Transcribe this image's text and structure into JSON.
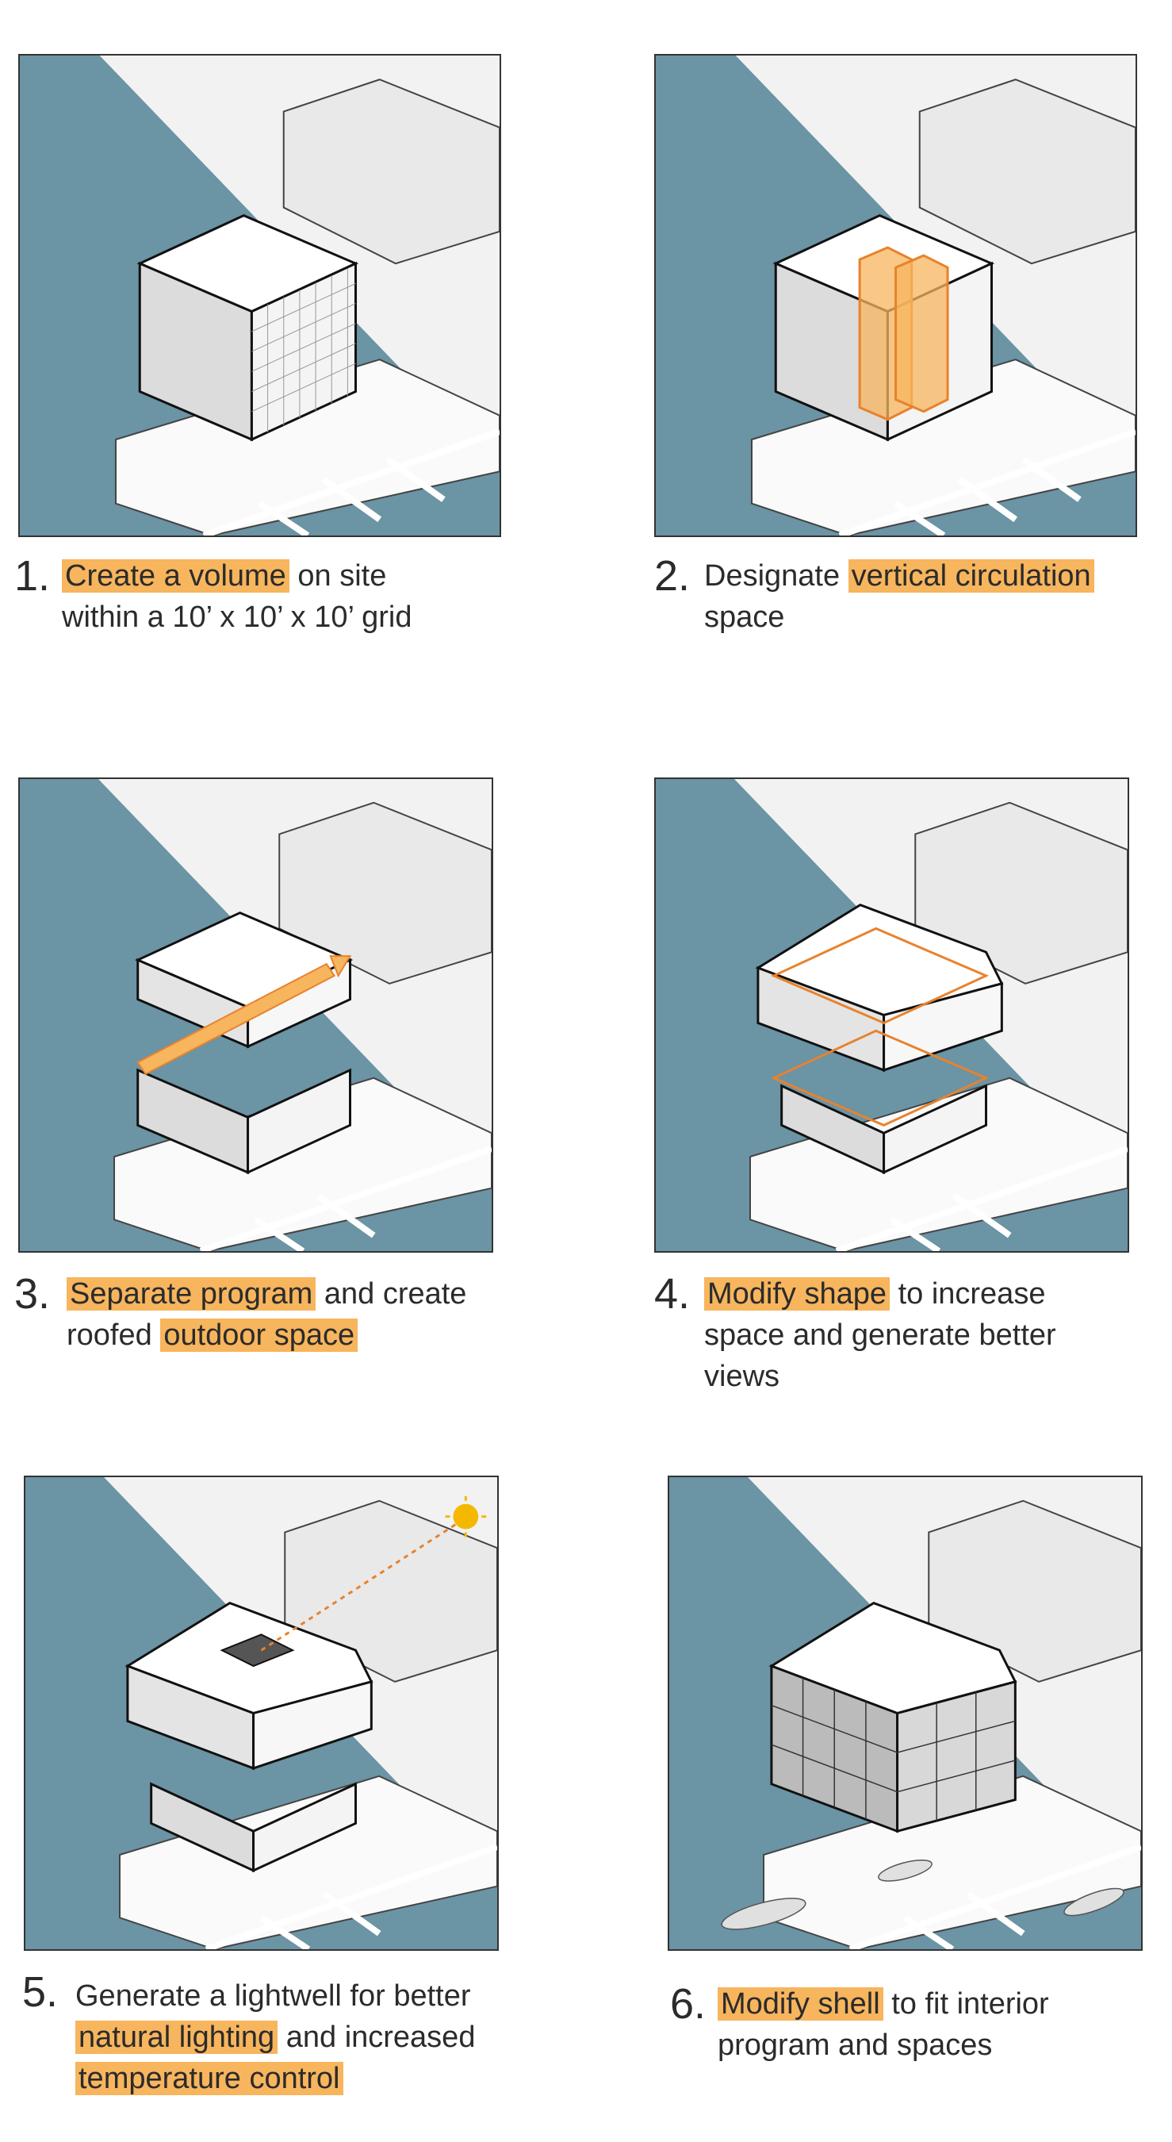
{
  "colors": {
    "water": "#6b94a5",
    "highlight": "#f7b55d",
    "accent": "#e8822d",
    "text": "#2b2b2b"
  },
  "steps": [
    {
      "number": "1.",
      "parts": [
        {
          "text": "Create a volume",
          "highlight": true
        },
        {
          "text": " on site",
          "highlight": false
        },
        {
          "text": "within a 10’ x 10’ x 10’ grid",
          "highlight": false,
          "newline": true
        }
      ]
    },
    {
      "number": "2.",
      "parts": [
        {
          "text": "Designate ",
          "highlight": false
        },
        {
          "text": "vertical circulation",
          "highlight": true
        },
        {
          "text": "space",
          "highlight": false,
          "newline": true
        }
      ]
    },
    {
      "number": "3.",
      "parts": [
        {
          "text": "Separate program",
          "highlight": true
        },
        {
          "text": " and create",
          "highlight": false
        },
        {
          "text": "roofed ",
          "highlight": false,
          "newline": true
        },
        {
          "text": "outdoor space",
          "highlight": true
        }
      ]
    },
    {
      "number": "4.",
      "parts": [
        {
          "text": "Modify shape",
          "highlight": true
        },
        {
          "text": " to increase",
          "highlight": false
        },
        {
          "text": "space and generate better",
          "highlight": false,
          "newline": true
        },
        {
          "text": "views",
          "highlight": false,
          "newline": true
        }
      ]
    },
    {
      "number": "5.",
      "parts": [
        {
          "text": "Generate a lightwell for better",
          "highlight": false
        },
        {
          "text": "natural lighting",
          "highlight": true,
          "newline": true
        },
        {
          "text": " and increased",
          "highlight": false
        },
        {
          "text": "temperature control",
          "highlight": true,
          "newline": true
        }
      ]
    },
    {
      "number": "6.",
      "parts": [
        {
          "text": "Modify shell",
          "highlight": true
        },
        {
          "text": " to fit interior",
          "highlight": false
        },
        {
          "text": "program and spaces",
          "highlight": false,
          "newline": true
        }
      ]
    }
  ]
}
